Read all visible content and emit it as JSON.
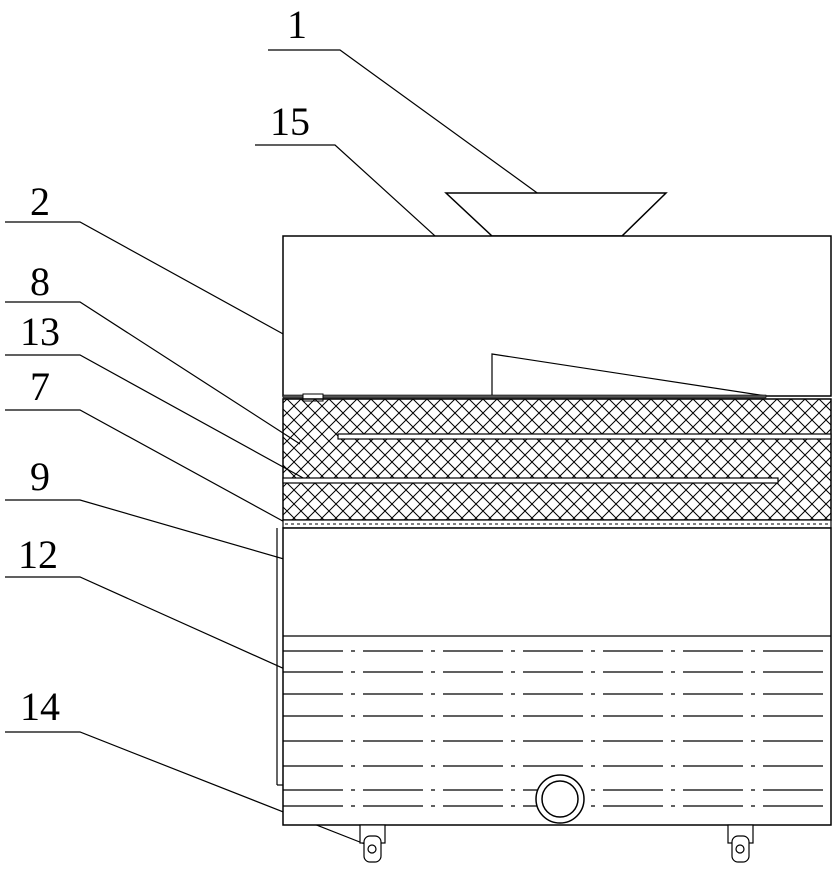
{
  "callouts": [
    {
      "id": "c1",
      "text": "1"
    },
    {
      "id": "c15",
      "text": "15"
    },
    {
      "id": "c2",
      "text": "2"
    },
    {
      "id": "c8",
      "text": "8"
    },
    {
      "id": "c13",
      "text": "13"
    },
    {
      "id": "c7",
      "text": "7"
    },
    {
      "id": "c9",
      "text": "9"
    },
    {
      "id": "c12",
      "text": "12"
    },
    {
      "id": "c14",
      "text": "14"
    }
  ],
  "colors": {
    "stroke": "#000000",
    "background": "#ffffff"
  }
}
